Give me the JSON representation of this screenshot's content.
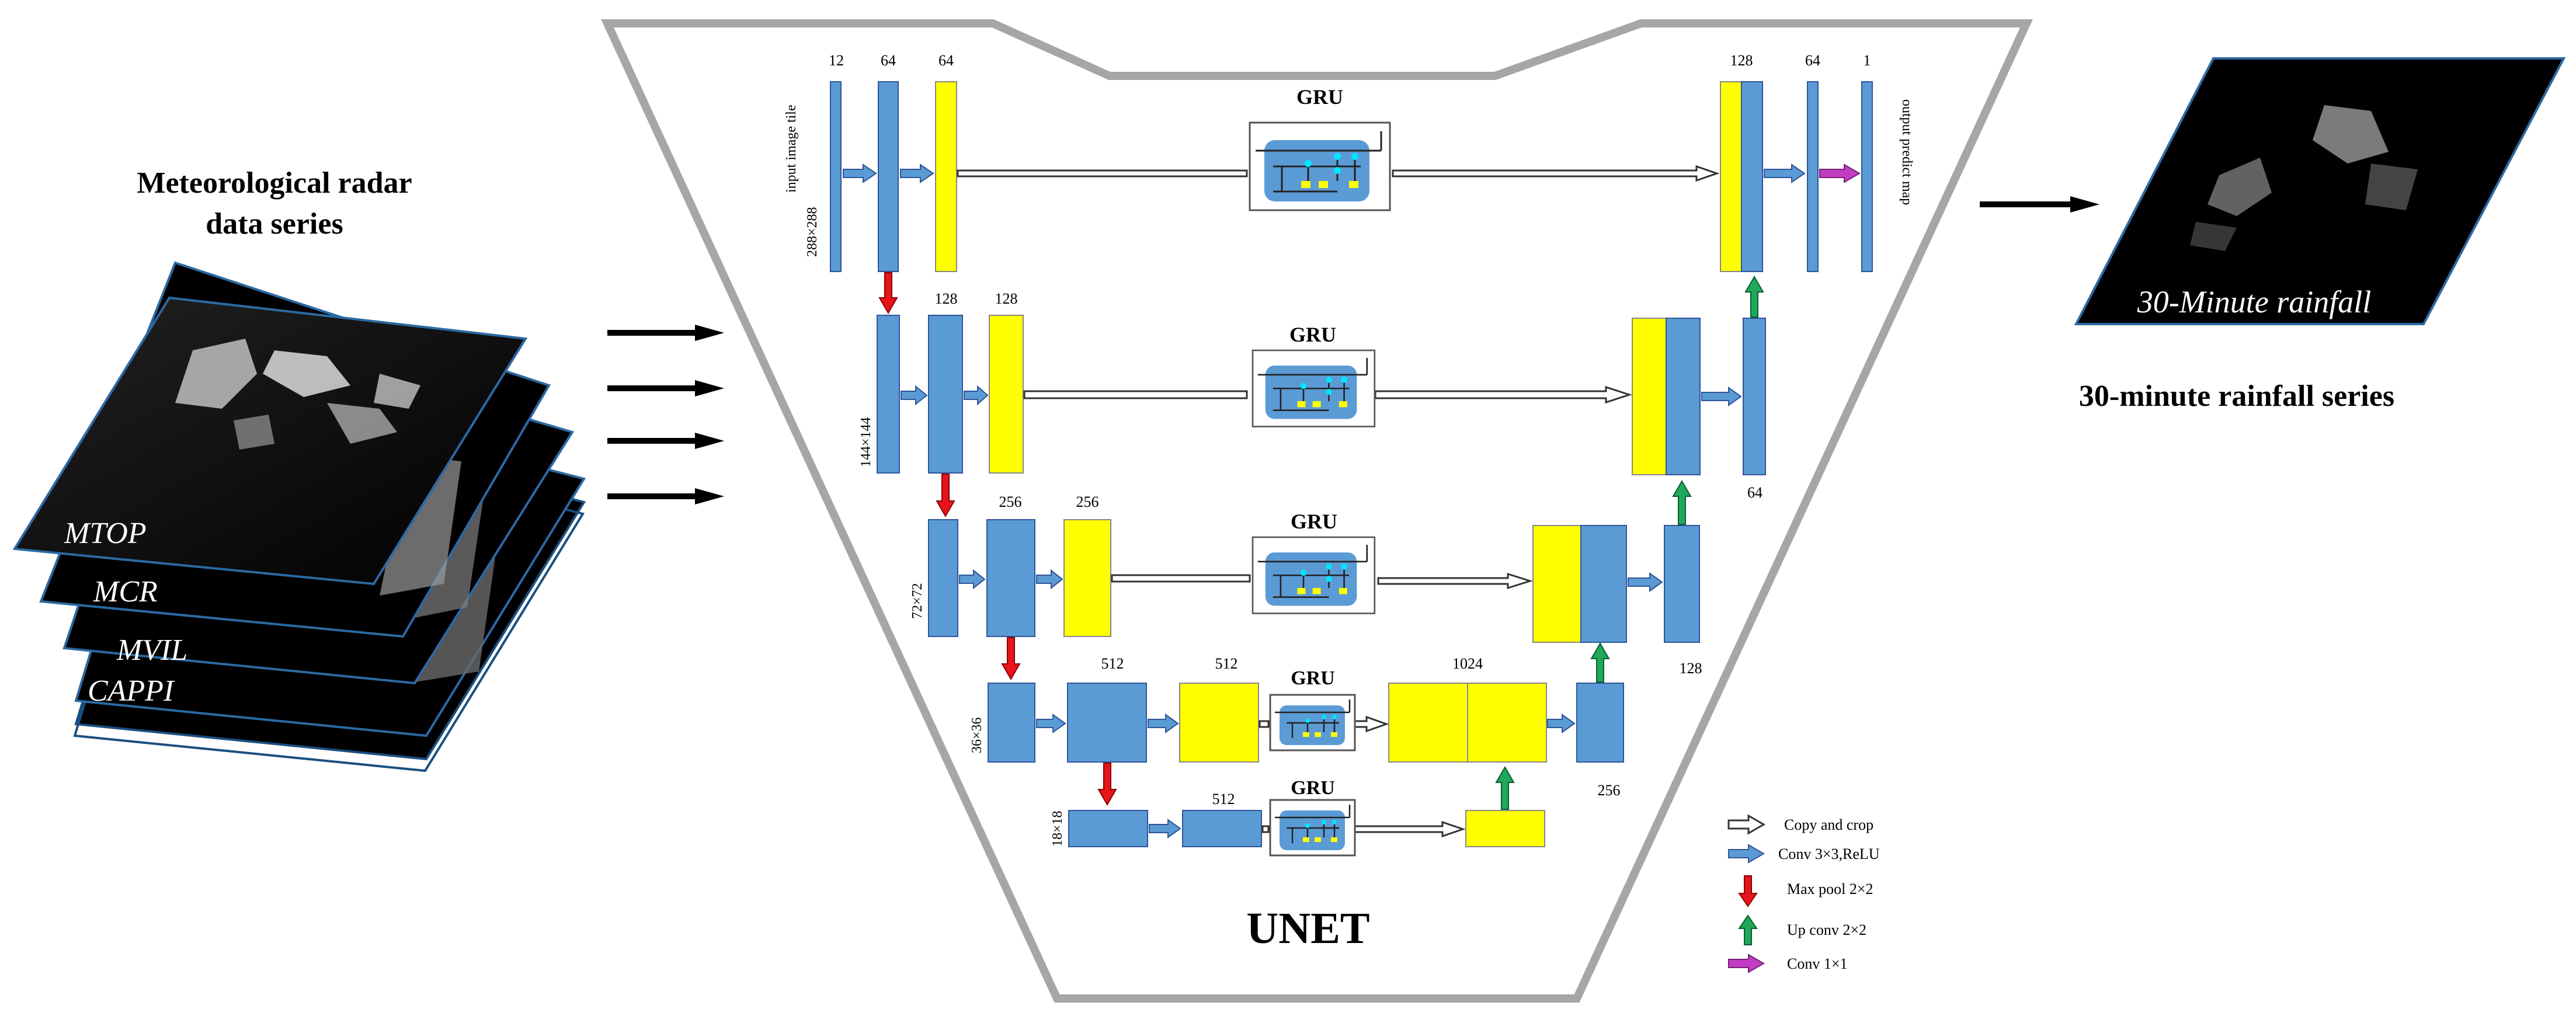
{
  "left_panel": {
    "title_line1": "Meteorological radar",
    "title_line2": "data series",
    "layers": [
      "MTOP",
      "MCR",
      "MVIL",
      "CAPPI"
    ]
  },
  "right_panel": {
    "image_caption": "30-Minute rainfall",
    "title": "30-minute rainfall series"
  },
  "unet": {
    "title": "UNET",
    "gru_label": "GRU",
    "input_tile_label": "input image tile",
    "output_map_label": "output predict map",
    "resolutions": [
      "288×288",
      "144×144",
      "72×72",
      "36×36",
      "18×18"
    ],
    "encoder_channels": {
      "l1": [
        "12",
        "64",
        "64"
      ],
      "l2": [
        "128",
        "128"
      ],
      "l3": [
        "256",
        "256"
      ],
      "l4": [
        "512",
        "512"
      ],
      "l5": [
        "512"
      ]
    },
    "decoder_channels": {
      "l1": [
        "128",
        "64",
        "1"
      ],
      "l2": "64",
      "l3": "128",
      "l4_concat": "1024",
      "l4_out": "256"
    }
  },
  "legend": [
    {
      "label": "Copy and crop",
      "arrow": "white-outline-arrow",
      "color": "#ffffff"
    },
    {
      "label": "Conv 3×3,ReLU",
      "arrow": "blue-arrow",
      "color": "#5b9bd5"
    },
    {
      "label": "Max pool 2×2",
      "arrow": "red-down-arrow",
      "color": "#e8141b"
    },
    {
      "label": "Up conv 2×2",
      "arrow": "green-up-arrow",
      "color": "#1fa85a"
    },
    {
      "label": "Conv 1×1",
      "arrow": "magenta-arrow",
      "color": "#c13dc2"
    }
  ],
  "colors": {
    "feature_map_blue": "#5b9bd5",
    "feature_map_yellow": "#ffff00",
    "outline_gray": "#a6a6a6"
  }
}
